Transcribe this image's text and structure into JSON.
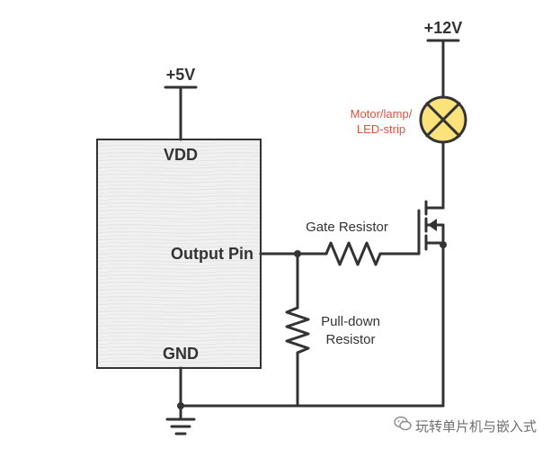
{
  "labels": {
    "supply_5v": "+5V",
    "supply_12v": "+12V",
    "vdd": "VDD",
    "output_pin": "Output Pin",
    "gnd": "GND",
    "gate_resistor": "Gate Resistor",
    "pulldown_line1": "Pull-down",
    "pulldown_line2": "Resistor",
    "load_line1": "Motor/lamp/",
    "load_line2": "LED-strip"
  },
  "watermark": {
    "icon": "wechat-icon",
    "text": "玩转单片机与嵌入式"
  },
  "colors": {
    "line": "#333333",
    "load_text": "#e0533d",
    "lamp_fill": "#fbe27a",
    "chip_fill": "#eeeeee"
  }
}
